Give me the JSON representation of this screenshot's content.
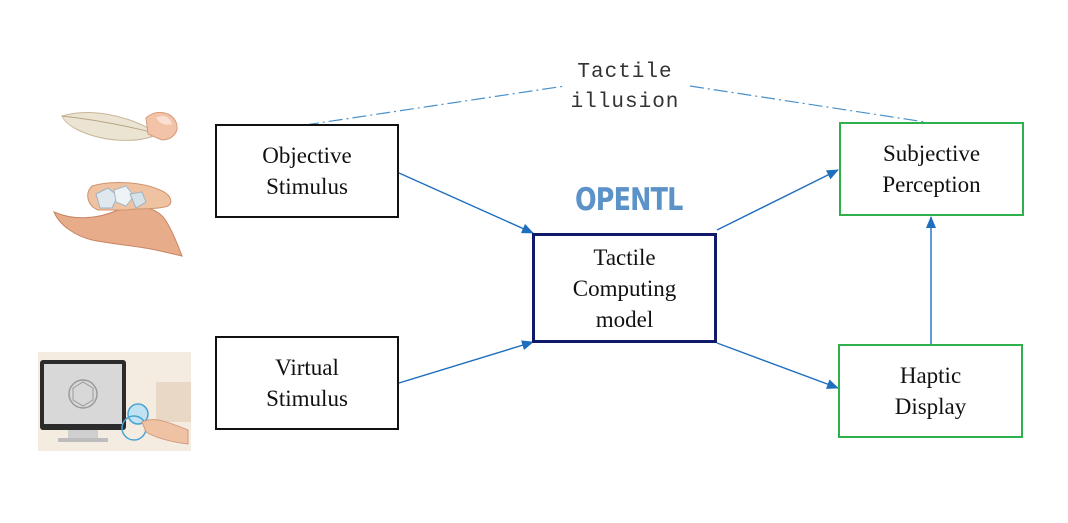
{
  "diagram": {
    "nodes": {
      "objective_stimulus": [
        "Objective",
        "Stimulus"
      ],
      "virtual_stimulus": [
        "Virtual",
        "Stimulus"
      ],
      "tactile_computing_model": [
        "Tactile",
        "Computing",
        "model"
      ],
      "subjective_perception": [
        "Subjective",
        "Perception"
      ],
      "haptic_display": [
        "Haptic",
        "Display"
      ]
    },
    "labels": {
      "tactile_illusion": [
        "Tactile",
        "illusion"
      ],
      "opentl": "OPENTL"
    },
    "edges": [
      {
        "from": "objective_stimulus",
        "to": "tactile_computing_model"
      },
      {
        "from": "virtual_stimulus",
        "to": "tactile_computing_model"
      },
      {
        "from": "tactile_computing_model",
        "to": "subjective_perception"
      },
      {
        "from": "tactile_computing_model",
        "to": "haptic_display"
      },
      {
        "from": "haptic_display",
        "to": "subjective_perception"
      }
    ],
    "colors": {
      "arrow": "#1e6fc0",
      "dashed_line": "#4a90c8",
      "input_border": "#111111",
      "model_border": "#0f1a6b",
      "output_border": "#2fb04a",
      "opentl_text": "#5b92c8"
    },
    "illustrations": [
      "feather-touching-finger",
      "hands-holding-ice",
      "computer-screen-virtual-touch"
    ]
  }
}
